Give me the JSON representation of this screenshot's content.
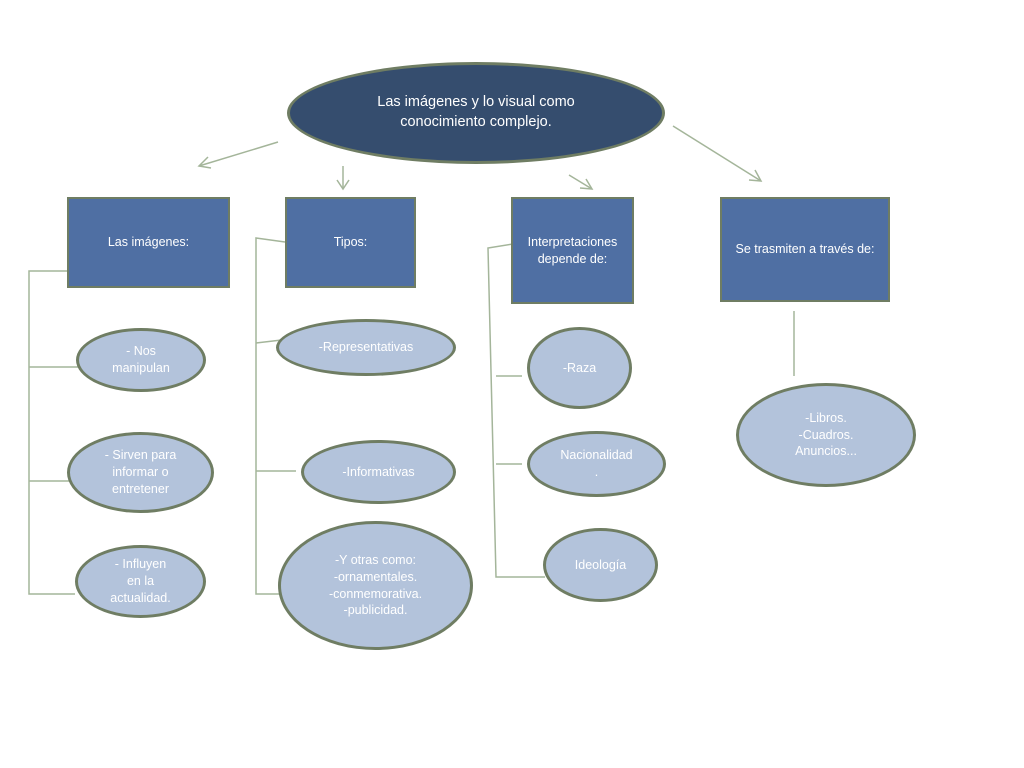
{
  "colors": {
    "root_fill": "#354d6e",
    "box_fill": "#4f6fa3",
    "oval_fill": "#b3c3db",
    "border": "#6f7d63",
    "connector": "#a4b59a"
  },
  "root": {
    "label": "Las imágenes y lo visual como\nconocimiento complejo."
  },
  "branches": [
    {
      "label": "Las imágenes:",
      "items": [
        "- Nos\nmanipulan",
        "- Sirven para\ninformar o\nentretener",
        "- Influyen\nen la\nactualidad."
      ]
    },
    {
      "label": "Tipos:",
      "items": [
        "-Representativas",
        "-Informativas",
        "-Y otras como:\n-ornamentales.\n-conmemorativa.\n-publicidad."
      ]
    },
    {
      "label": "Interpretaciones\ndepende de:",
      "items": [
        "-Raza",
        "Nacionalidad\n.",
        "Ideología"
      ]
    },
    {
      "label": "Se trasmiten a través de:",
      "items": [
        "-Libros.\n-Cuadros.\nAnuncios..."
      ]
    }
  ]
}
